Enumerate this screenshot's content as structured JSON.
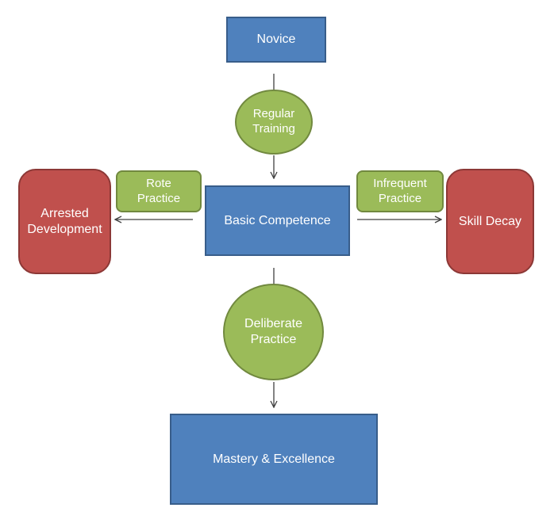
{
  "nodes": {
    "novice": "Novice",
    "regular_training": "Regular\nTraining",
    "basic_competence": "Basic Competence",
    "rote_practice": "Rote\nPractice",
    "arrested_development": "Arrested\nDevelopment",
    "infrequent_practice": "Infrequent\nPractice",
    "skill_decay": "Skill Decay",
    "deliberate_practice": "Deliberate\nPractice",
    "mastery_excellence": "Mastery & Excellence"
  },
  "colors": {
    "stage_fill": "#4f81bd",
    "outcome_fill": "#c0504d",
    "practice_fill": "#9bbb59",
    "edge": "#404040"
  }
}
